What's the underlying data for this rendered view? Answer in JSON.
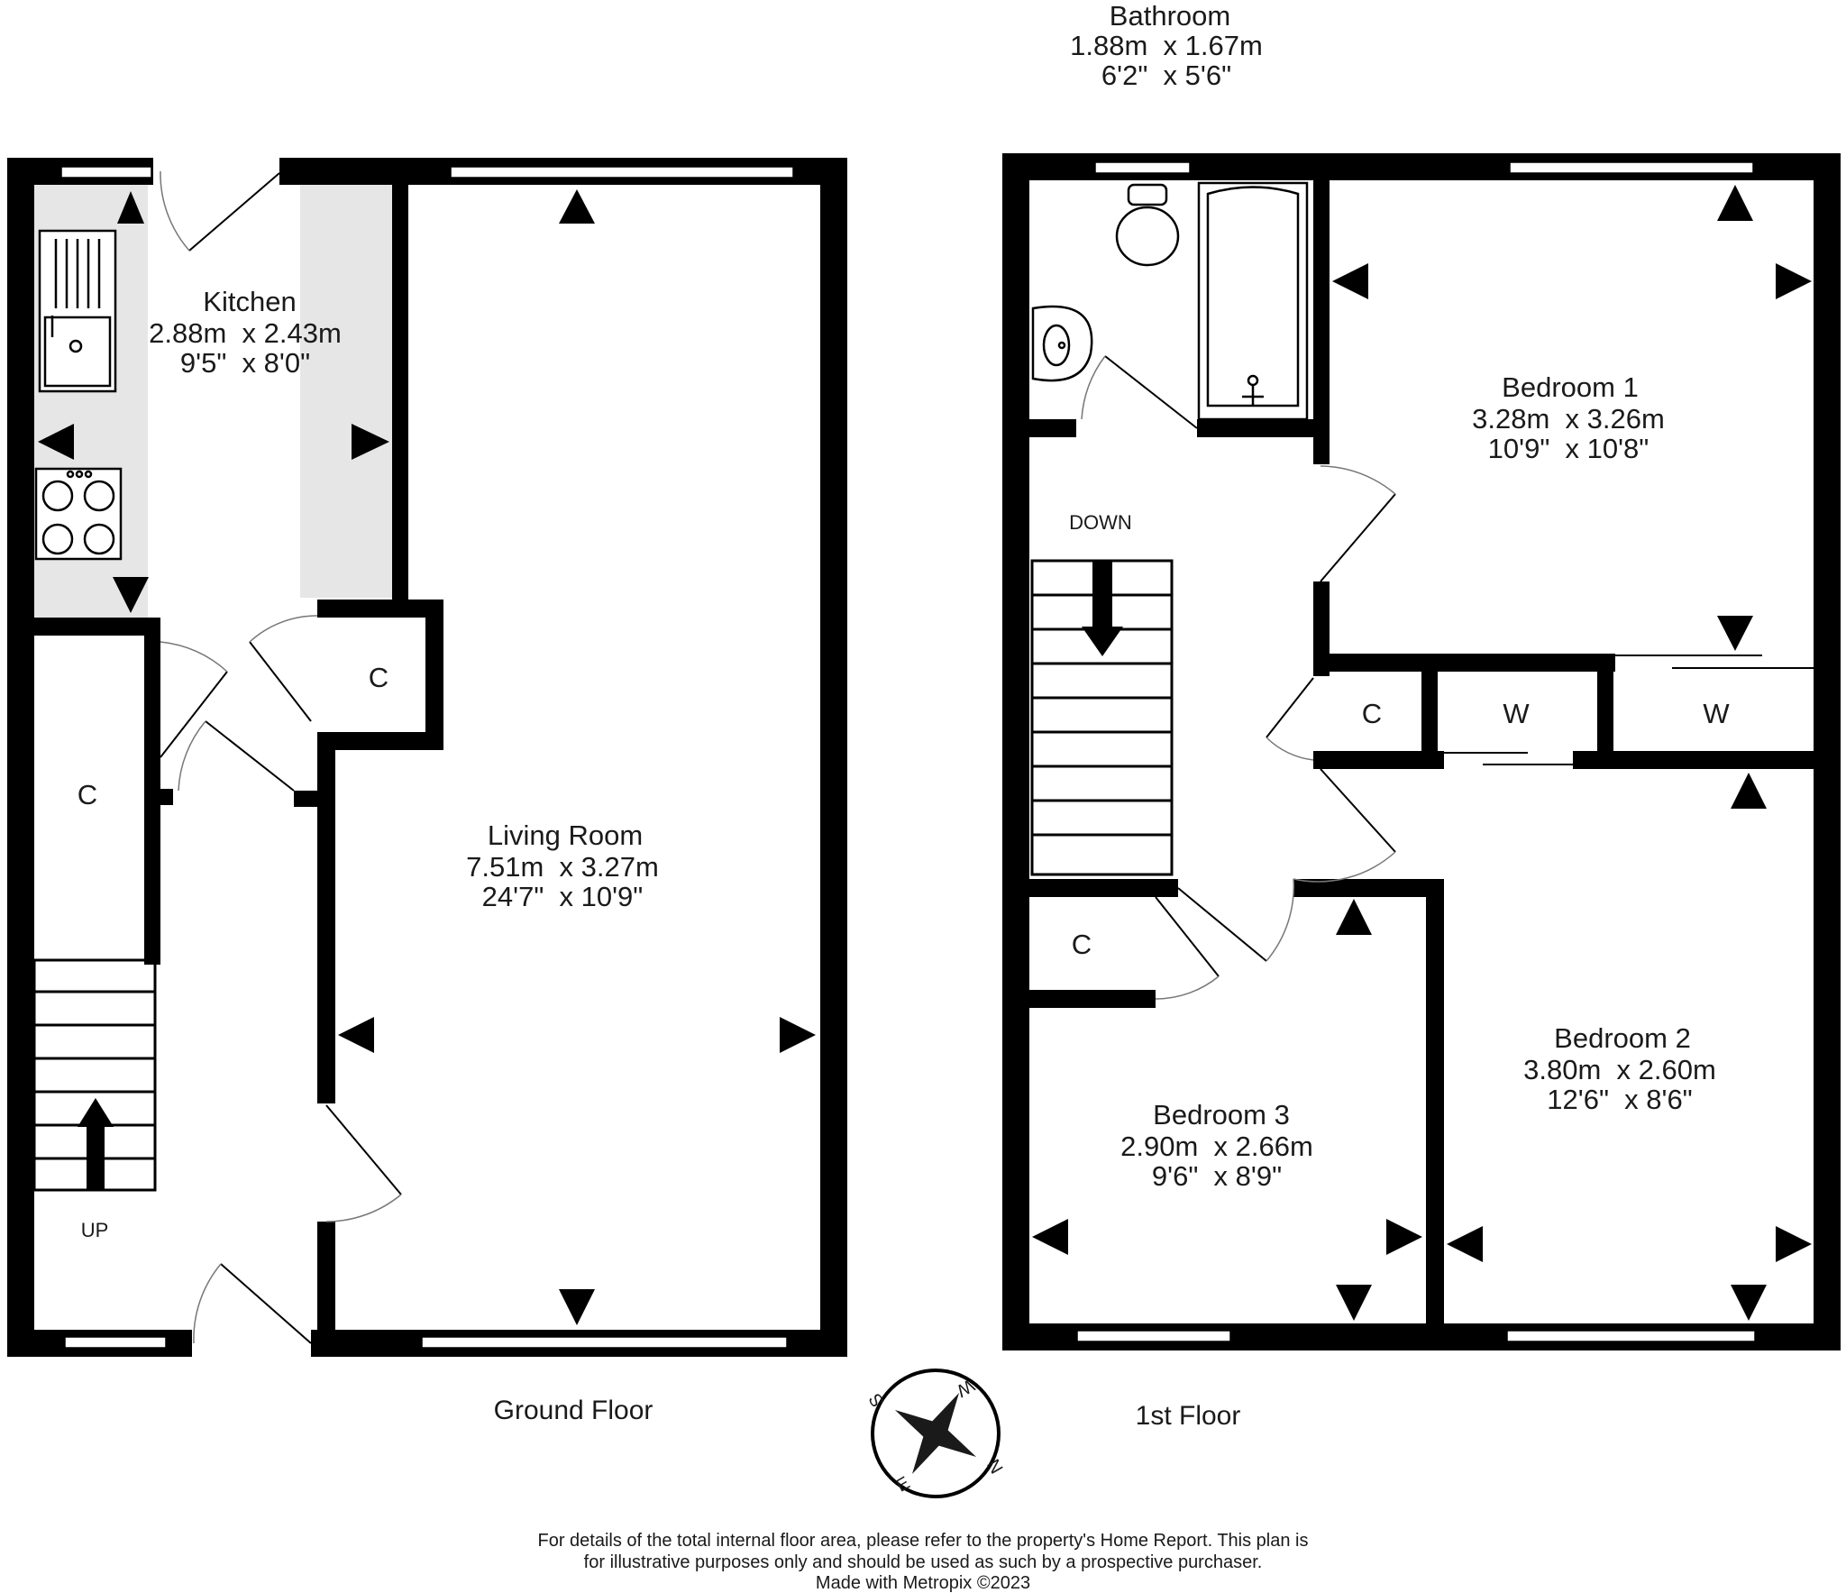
{
  "rooms": {
    "kitchen": {
      "name": "Kitchen",
      "metric": "2.88m  x 2.43m",
      "imperial": "9'5\"  x 8'0\""
    },
    "living": {
      "name": "Living Room",
      "metric": "7.51m  x 3.27m",
      "imperial": "24'7\"  x 10'9\""
    },
    "bathroom": {
      "name": "Bathroom",
      "metric": "1.88m  x 1.67m",
      "imperial": "6'2\"  x 5'6\""
    },
    "bedroom1": {
      "name": "Bedroom 1",
      "metric": "3.28m  x 3.26m",
      "imperial": "10'9\"  x 10'8\""
    },
    "bedroom2": {
      "name": "Bedroom 2",
      "metric": "3.80m  x 2.60m",
      "imperial": "12'6\"  x 8'6\""
    },
    "bedroom3": {
      "name": "Bedroom 3",
      "metric": "2.90m  x 2.66m",
      "imperial": "9'6\"  x 8'9\""
    }
  },
  "labels": {
    "cupboard": "C",
    "wardrobe": "W",
    "up": "UP",
    "down": "DOWN"
  },
  "floors": {
    "ground": "Ground Floor",
    "first": "1st Floor"
  },
  "compass": {
    "n": "N",
    "s": "S",
    "e": "E",
    "w": "W"
  },
  "disclaimer": {
    "line1": "For details of the total internal floor area, please refer to the property's Home Report. This plan is",
    "line2": "for illustrative purposes only and should be used as such by a prospective purchaser.",
    "line3": "Made with Metropix ©2023"
  },
  "colors": {
    "wall": "#000000",
    "shade": "#e6e6e6",
    "text": "#1a1a1a"
  }
}
